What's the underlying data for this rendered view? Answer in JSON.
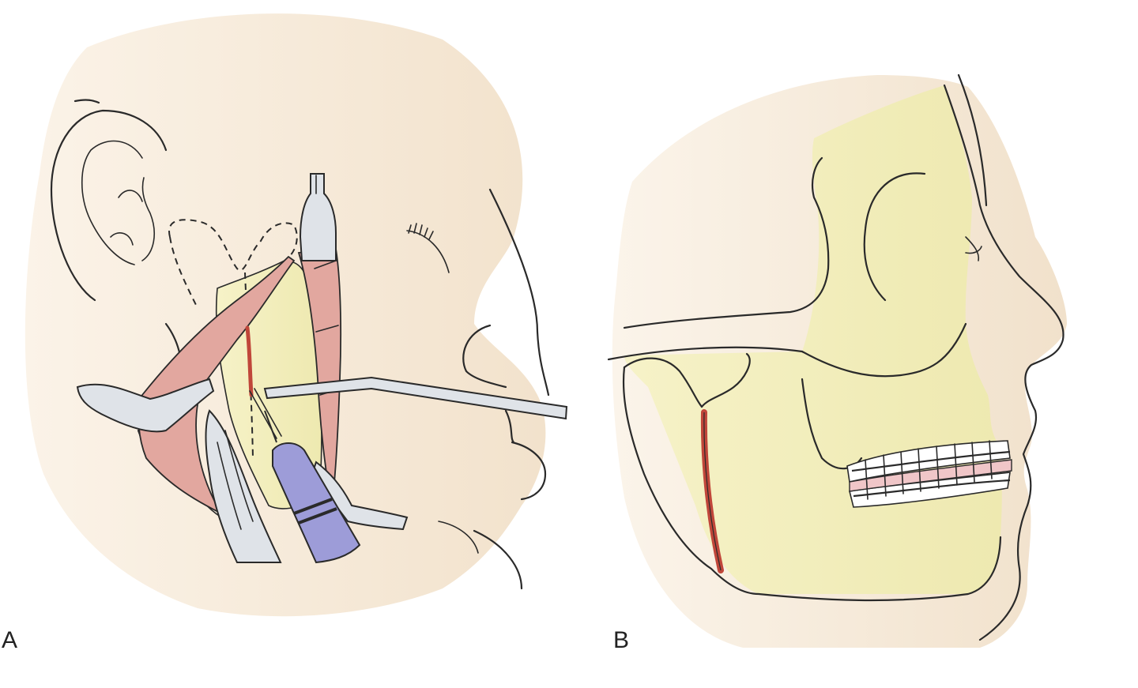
{
  "panels": [
    {
      "id": "A",
      "label": "A"
    },
    {
      "id": "B",
      "label": "B"
    }
  ],
  "colors": {
    "skin": "#f4e4cf",
    "bone": "#f1ecb8",
    "muscle": "#e2a79f",
    "osteotomy": "#c0463a",
    "instrument": "#dfe3e8",
    "handpiece": "#9d9cd8",
    "elastic": "#f0c6c8"
  }
}
